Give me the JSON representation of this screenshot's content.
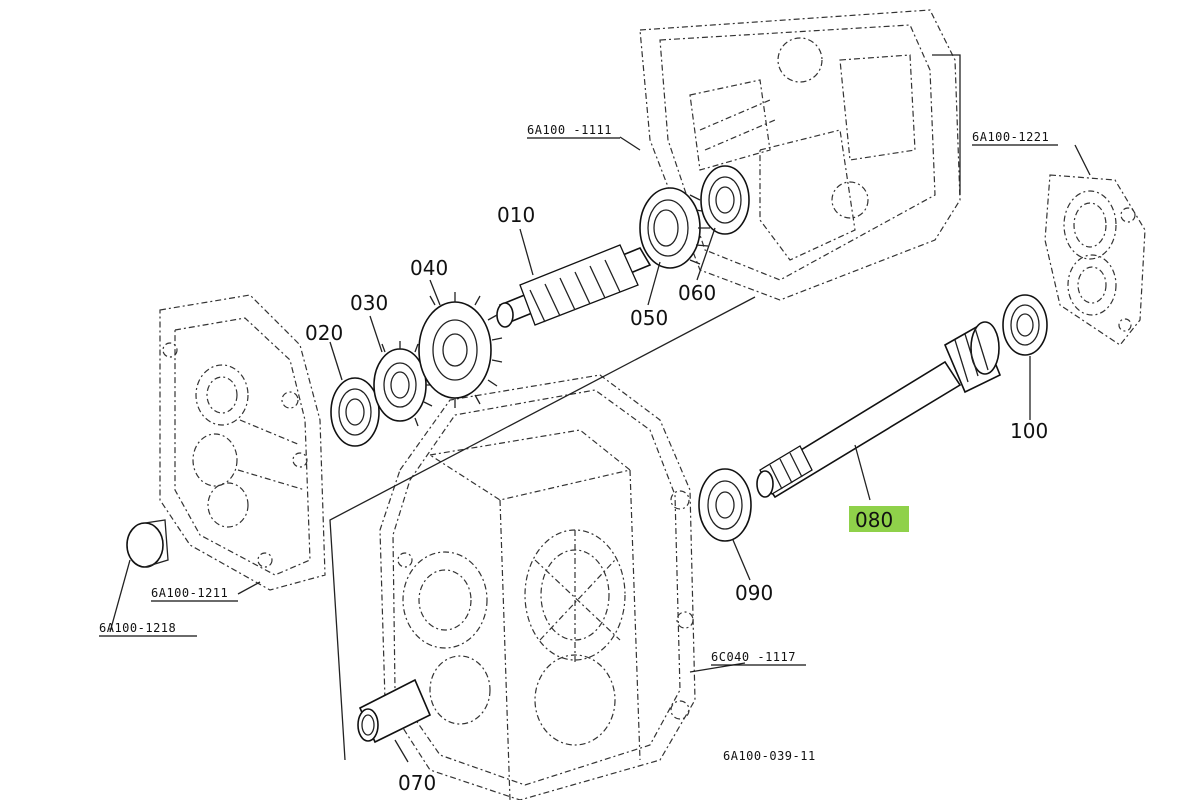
{
  "part_labels": {
    "p010": "010",
    "p020": "020",
    "p030": "030",
    "p040": "040",
    "p050": "050",
    "p060": "060",
    "p070": "070",
    "p080": "080",
    "p090": "090",
    "p100": "100"
  },
  "ref_labels": {
    "r1111": "6A100 -1111",
    "r1221": "6A100-1221",
    "r1211": "6A100-1211",
    "r1218": "6A100-1218",
    "r1117": "6C040 -1117",
    "diagram_code": "6A100-039-11"
  },
  "highlight": {
    "part": "080",
    "color": "#8fd14a"
  }
}
